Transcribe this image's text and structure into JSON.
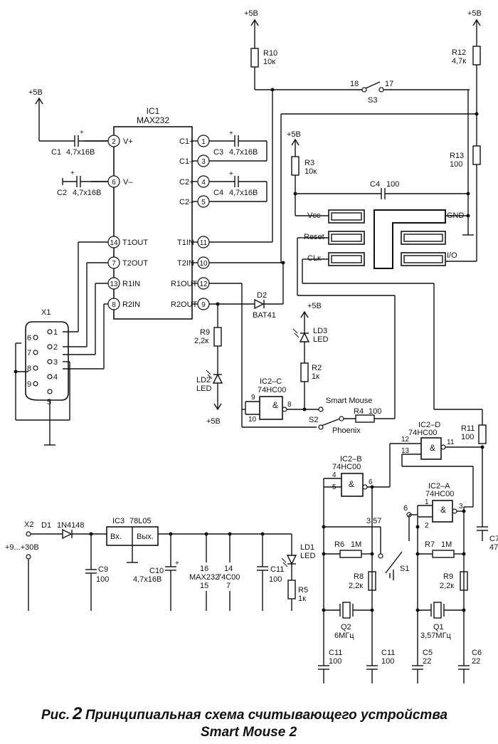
{
  "caption": {
    "prefix": "Рис.",
    "number": "2",
    "line1": "Принципиальная схема считывающего устройства",
    "line2": "Smart Mouse 2"
  },
  "power": {
    "plus5": "+5В"
  },
  "ic1": {
    "ref": "IC1",
    "name": "MAX232",
    "pins": {
      "p2": "2",
      "p6": "6",
      "p14": "14",
      "p7": "7",
      "p13": "13",
      "p8": "8",
      "p1": "1",
      "p3": "3",
      "p4": "4",
      "p5": "5",
      "p11": "11",
      "p10": "10",
      "p12": "12",
      "p9": "9"
    },
    "labels": {
      "vplus": "V+",
      "vminus": "V–",
      "t1out": "T1OUT",
      "t2out": "T2OUT",
      "r1in": "R1IN",
      "r2in": "R2IN",
      "c1p": "C1+",
      "c1m": "C1–",
      "c2p": "C2+",
      "c2m": "C2–",
      "t1in": "T1IN",
      "t2in": "T2IN",
      "r1out": "R1OUT",
      "r2out": "R2OUT"
    }
  },
  "caps": {
    "c1": "C1",
    "c1v": "4,7х16В",
    "c2": "C2",
    "c2v": "4,7х16В",
    "c3": "C3",
    "c3v": "4,7х16В",
    "c4": "C4",
    "c4v": "4,7х16В",
    "c4b": "C4",
    "c4bv": "100",
    "c7": "C7",
    "c7v": "47",
    "c9": "C9",
    "c9v": "100",
    "c10": "C10",
    "c10v": "4,7х16В",
    "c11": "C11",
    "c11v": "100",
    "c11b": "C11",
    "c11bv": "100",
    "c11c": "C11",
    "c11cv": "100",
    "c5": "C5",
    "c5v": "22",
    "c6": "C6",
    "c6v": "22"
  },
  "resistors": {
    "r10": "R10",
    "r10v": "10к",
    "r12": "R12",
    "r12v": "4,7к",
    "r13": "R13",
    "r13v": "100",
    "r3": "R3",
    "r3v": "10к",
    "r9": "R9",
    "r9v": "2,2к",
    "r2": "R2",
    "r2v": "1к",
    "r4": "R4",
    "r4v": "100",
    "r11": "R11",
    "r11v": "100",
    "r6": "R6",
    "r6v": "1М",
    "r7": "R7",
    "r7v": "1М",
    "r8": "R8",
    "r8v": "2,2к",
    "r9b": "R9",
    "r9bv": "2,2к",
    "r5": "R5",
    "r5v": "1к"
  },
  "switches": {
    "s3": "S3",
    "s3p18": "18",
    "s3p17": "17",
    "s2": "S2",
    "s2a": "Smart Mouse",
    "s2b": "Phoenix",
    "s1": "S1",
    "s1p6": "6",
    "s1p357": "3,57"
  },
  "diodes": {
    "d2": "D2",
    "d2v": "BAT41",
    "ld3": "LD3",
    "ld3v": "LED",
    "ld2": "LD2",
    "ld2v": "LED",
    "ld1": "LD1",
    "ld1v": "LED",
    "d1": "D1",
    "d1v": "1N4148"
  },
  "card": {
    "vcc": "Vcc",
    "reset": "Reset",
    "clk": "CLк",
    "gnd": "GND",
    "io": "I/O"
  },
  "gates": {
    "amp": "&",
    "ic2c": "IC2–C",
    "ic2d": "IC2–D",
    "ic2b": "IC2–B",
    "ic2a": "IC2–A",
    "type": "74HC00",
    "c_in1": "9",
    "c_in2": "10",
    "c_out": "8",
    "d_in1": "12",
    "d_in2": "13",
    "d_out": "11",
    "b_in1": "4",
    "b_in2": "5",
    "b_out": "6",
    "a_in1": "1",
    "a_in2": "2",
    "a_out": "3"
  },
  "x1": {
    "ref": "X1",
    "pins": [
      "1",
      "2",
      "3",
      "4",
      "5",
      "6",
      "7",
      "8",
      "9"
    ]
  },
  "crystals": {
    "q2": "Q2",
    "q2v": "6МГц",
    "q1": "Q1",
    "q1v": "3,57МГц"
  },
  "supply": {
    "x2": "X2",
    "range": "+9...+30В",
    "ic3": "IC3",
    "ic3v": "78L05",
    "in": "Вх.",
    "out": "Вых.",
    "max_pins": [
      "16",
      "MAX232",
      "15"
    ],
    "hc_pins": [
      "14",
      "74C00",
      "7"
    ]
  }
}
